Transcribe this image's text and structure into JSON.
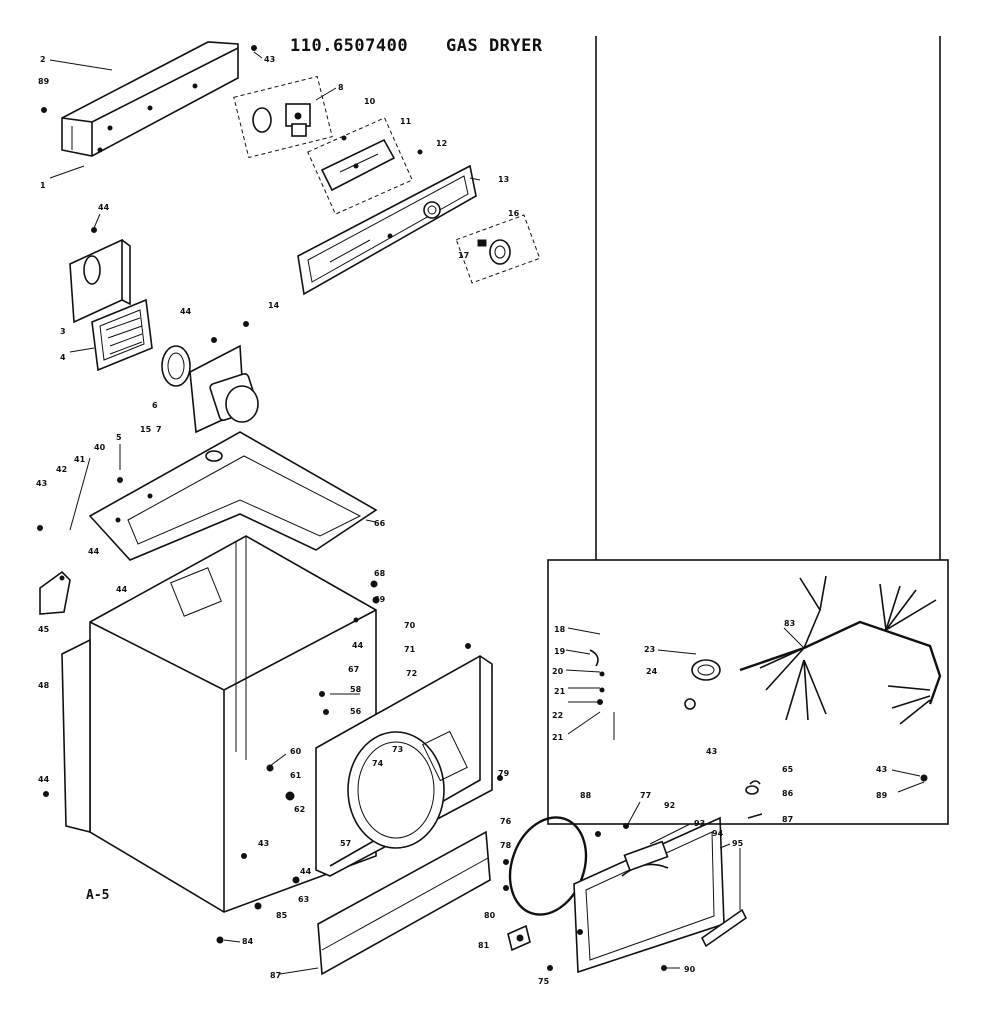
{
  "title": {
    "model_number": "110.6507400",
    "product_name": "GAS DRYER"
  },
  "page_id": "A-5",
  "callouts": [
    {
      "id": "c-2",
      "label": "2"
    },
    {
      "id": "c-89a",
      "label": "89"
    },
    {
      "id": "c-1",
      "label": "1"
    },
    {
      "id": "c-43a",
      "label": "43"
    },
    {
      "id": "c-8",
      "label": "8"
    },
    {
      "id": "c-10",
      "label": "10"
    },
    {
      "id": "c-11",
      "label": "11"
    },
    {
      "id": "c-12",
      "label": "12"
    },
    {
      "id": "c-13",
      "label": "13"
    },
    {
      "id": "c-16",
      "label": "16"
    },
    {
      "id": "c-17",
      "label": "17"
    },
    {
      "id": "c-44a",
      "label": "44"
    },
    {
      "id": "c-3",
      "label": "3"
    },
    {
      "id": "c-4",
      "label": "4"
    },
    {
      "id": "c-44b",
      "label": "44"
    },
    {
      "id": "c-14",
      "label": "14"
    },
    {
      "id": "c-6",
      "label": "6"
    },
    {
      "id": "c-15",
      "label": "15"
    },
    {
      "id": "c-7",
      "label": "7"
    },
    {
      "id": "c-5",
      "label": "5"
    },
    {
      "id": "c-40",
      "label": "40"
    },
    {
      "id": "c-41",
      "label": "41"
    },
    {
      "id": "c-42",
      "label": "42"
    },
    {
      "id": "c-43b",
      "label": "43"
    },
    {
      "id": "c-44c",
      "label": "44"
    },
    {
      "id": "c-44d",
      "label": "44"
    },
    {
      "id": "c-45",
      "label": "45"
    },
    {
      "id": "c-66",
      "label": "66"
    },
    {
      "id": "c-68",
      "label": "68"
    },
    {
      "id": "c-69",
      "label": "69"
    },
    {
      "id": "c-44e",
      "label": "44"
    },
    {
      "id": "c-70",
      "label": "70"
    },
    {
      "id": "c-71",
      "label": "71"
    },
    {
      "id": "c-48",
      "label": "48"
    },
    {
      "id": "c-72",
      "label": "72"
    },
    {
      "id": "c-67",
      "label": "67"
    },
    {
      "id": "c-58",
      "label": "58"
    },
    {
      "id": "c-56",
      "label": "56"
    },
    {
      "id": "c-73",
      "label": "73"
    },
    {
      "id": "c-74",
      "label": "74"
    },
    {
      "id": "c-60",
      "label": "60"
    },
    {
      "id": "c-61",
      "label": "61"
    },
    {
      "id": "c-62",
      "label": "62"
    },
    {
      "id": "c-44f",
      "label": "44"
    },
    {
      "id": "c-43c",
      "label": "43"
    },
    {
      "id": "c-57",
      "label": "57"
    },
    {
      "id": "c-44g",
      "label": "44"
    },
    {
      "id": "c-63a",
      "label": "63"
    },
    {
      "id": "c-85",
      "label": "85"
    },
    {
      "id": "c-84",
      "label": "84"
    },
    {
      "id": "c-87",
      "label": "87"
    },
    {
      "id": "c-79",
      "label": "79"
    },
    {
      "id": "c-76",
      "label": "76"
    },
    {
      "id": "c-78",
      "label": "78"
    },
    {
      "id": "c-80",
      "label": "80"
    },
    {
      "id": "c-81",
      "label": "81"
    },
    {
      "id": "c-75",
      "label": "75"
    },
    {
      "id": "c-88",
      "label": "88"
    },
    {
      "id": "c-77",
      "label": "77"
    },
    {
      "id": "c-92",
      "label": "92"
    },
    {
      "id": "c-93",
      "label": "93"
    },
    {
      "id": "c-94",
      "label": "94"
    },
    {
      "id": "c-95",
      "label": "95"
    },
    {
      "id": "c-90",
      "label": "90"
    },
    {
      "id": "c-18",
      "label": "18"
    },
    {
      "id": "c-19",
      "label": "19"
    },
    {
      "id": "c-20",
      "label": "20"
    },
    {
      "id": "c-21a",
      "label": "21"
    },
    {
      "id": "c-22",
      "label": "22"
    },
    {
      "id": "c-21b",
      "label": "21"
    },
    {
      "id": "c-23",
      "label": "23"
    },
    {
      "id": "c-24",
      "label": "24"
    },
    {
      "id": "c-43d",
      "label": "43"
    },
    {
      "id": "c-83",
      "label": "83"
    },
    {
      "id": "c-65",
      "label": "65"
    },
    {
      "id": "c-86",
      "label": "86"
    },
    {
      "id": "c-67b",
      "label": "87"
    },
    {
      "id": "c-43e",
      "label": "43"
    },
    {
      "id": "c-89b",
      "label": "89"
    }
  ]
}
